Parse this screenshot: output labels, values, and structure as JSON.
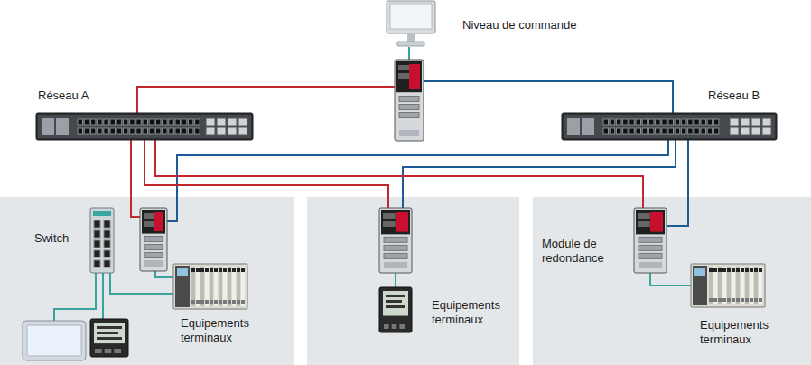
{
  "diagram": {
    "nodes": [
      {
        "text": [
          "Niveau de commande"
        ]
      },
      {
        "text": [
          "Réseau A"
        ]
      },
      {
        "text": []
      },
      {
        "text": [
          "Réseau B"
        ]
      },
      {
        "text": []
      },
      {
        "text": [
          "Switch"
        ],
        "in": 4
      },
      {
        "text": [],
        "in": 4
      },
      {
        "text": [
          "Equipements terminaux"
        ],
        "in": 4
      },
      {
        "text": [],
        "in": 4
      },
      {
        "text": [],
        "in": 4
      },
      {
        "text": []
      },
      {
        "text": [],
        "in": 10
      },
      {
        "text": [
          "Equipements terminaux"
        ],
        "in": 10
      },
      {
        "text": []
      },
      {
        "text": [
          "Module de redondance"
        ],
        "in": 13
      },
      {
        "text": [
          "Equipements terminaux"
        ],
        "in": 13
      }
    ],
    "edges": [
      {
        "from": 0,
        "to": 2,
        "arrow": "none"
      },
      {
        "from": 2,
        "to": 1,
        "arrow": "none"
      },
      {
        "from": 2,
        "to": 3,
        "arrow": "none"
      },
      {
        "from": 1,
        "to": 6,
        "arrow": "none"
      },
      {
        "from": 3,
        "to": 6,
        "arrow": "none"
      },
      {
        "from": 1,
        "to": 11,
        "arrow": "none"
      },
      {
        "from": 3,
        "to": 11,
        "arrow": "none"
      },
      {
        "from": 1,
        "to": 14,
        "arrow": "none"
      },
      {
        "from": 3,
        "to": 14,
        "arrow": "none"
      },
      {
        "from": 6,
        "to": 7,
        "arrow": "none"
      },
      {
        "from": 5,
        "to": 7,
        "arrow": "none"
      },
      {
        "from": 5,
        "to": 8,
        "arrow": "none"
      },
      {
        "from": 5,
        "to": 9,
        "arrow": "none"
      },
      {
        "from": 11,
        "to": 12,
        "arrow": "none"
      },
      {
        "from": 14,
        "to": 15,
        "arrow": "none"
      }
    ]
  }
}
